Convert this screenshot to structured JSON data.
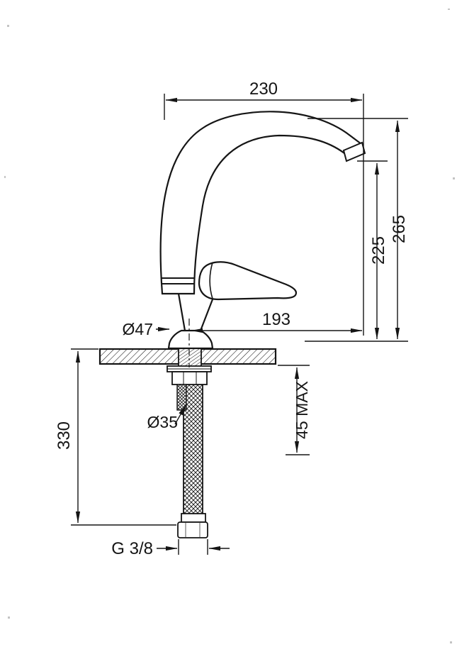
{
  "diagram": {
    "dimensions": {
      "overall_width": "230",
      "overall_height": "265",
      "spout_height": "225",
      "spout_reach": "193",
      "base_diameter": "Ø47",
      "shank_diameter": "Ø35",
      "hose_drop": "330",
      "max_deck_thickness": "45 MAX",
      "connection_thread": "G 3/8"
    }
  }
}
